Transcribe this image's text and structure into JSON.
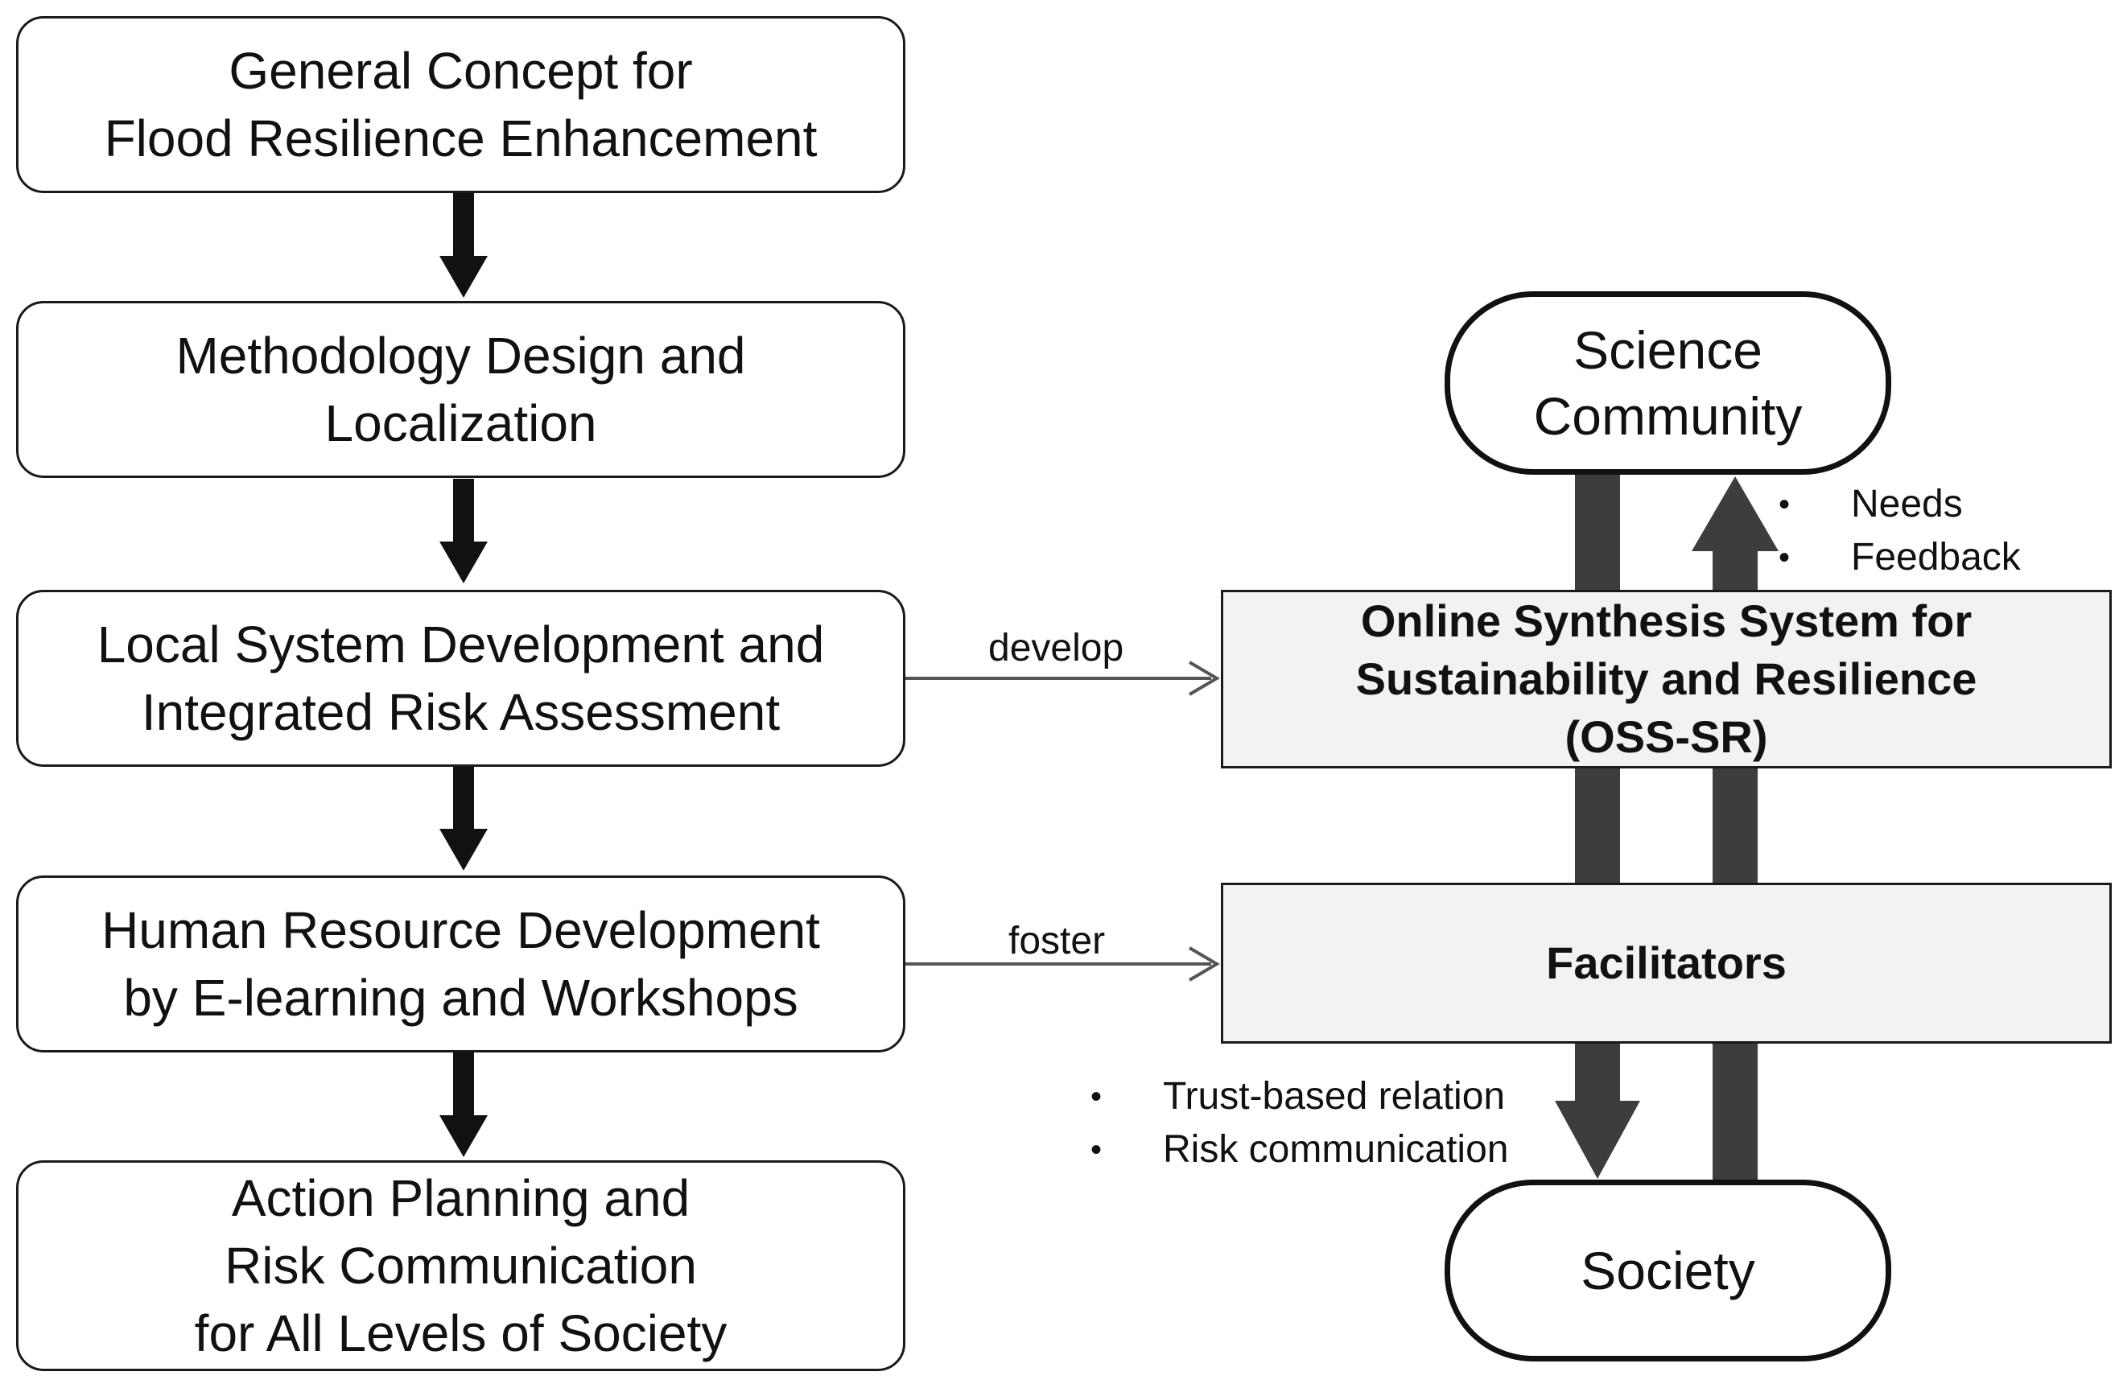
{
  "left_flow": {
    "steps": [
      {
        "lines": [
          "General Concept for",
          "Flood Resilience Enhancement"
        ]
      },
      {
        "lines": [
          "Methodology Design and",
          "Localization"
        ]
      },
      {
        "lines": [
          "Local System Development and",
          "Integrated Risk Assessment"
        ]
      },
      {
        "lines": [
          "Human Resource Development",
          "by E-learning and Workshops"
        ]
      },
      {
        "lines": [
          "Action Planning and",
          "Risk Communication",
          "for All Levels of Society"
        ]
      }
    ]
  },
  "connectors": {
    "develop_label": "develop",
    "foster_label": "foster"
  },
  "right_cycle": {
    "science_community": {
      "lines": [
        "Science",
        "Community"
      ]
    },
    "oss_sr": {
      "lines": [
        "Online Synthesis System for",
        "Sustainability and Resilience",
        "(OSS-SR)"
      ]
    },
    "facilitators": {
      "label": "Facilitators"
    },
    "society": {
      "label": "Society"
    },
    "upward_notes": [
      "Needs",
      "Feedback"
    ],
    "downward_notes": [
      "Trust-based relation",
      "Risk communication"
    ]
  },
  "colors": {
    "black_arrow": "#111111",
    "gray_arrow": "#3d3d3d",
    "rect_fill": "#f2f2f2",
    "connector_line": "#555555"
  }
}
